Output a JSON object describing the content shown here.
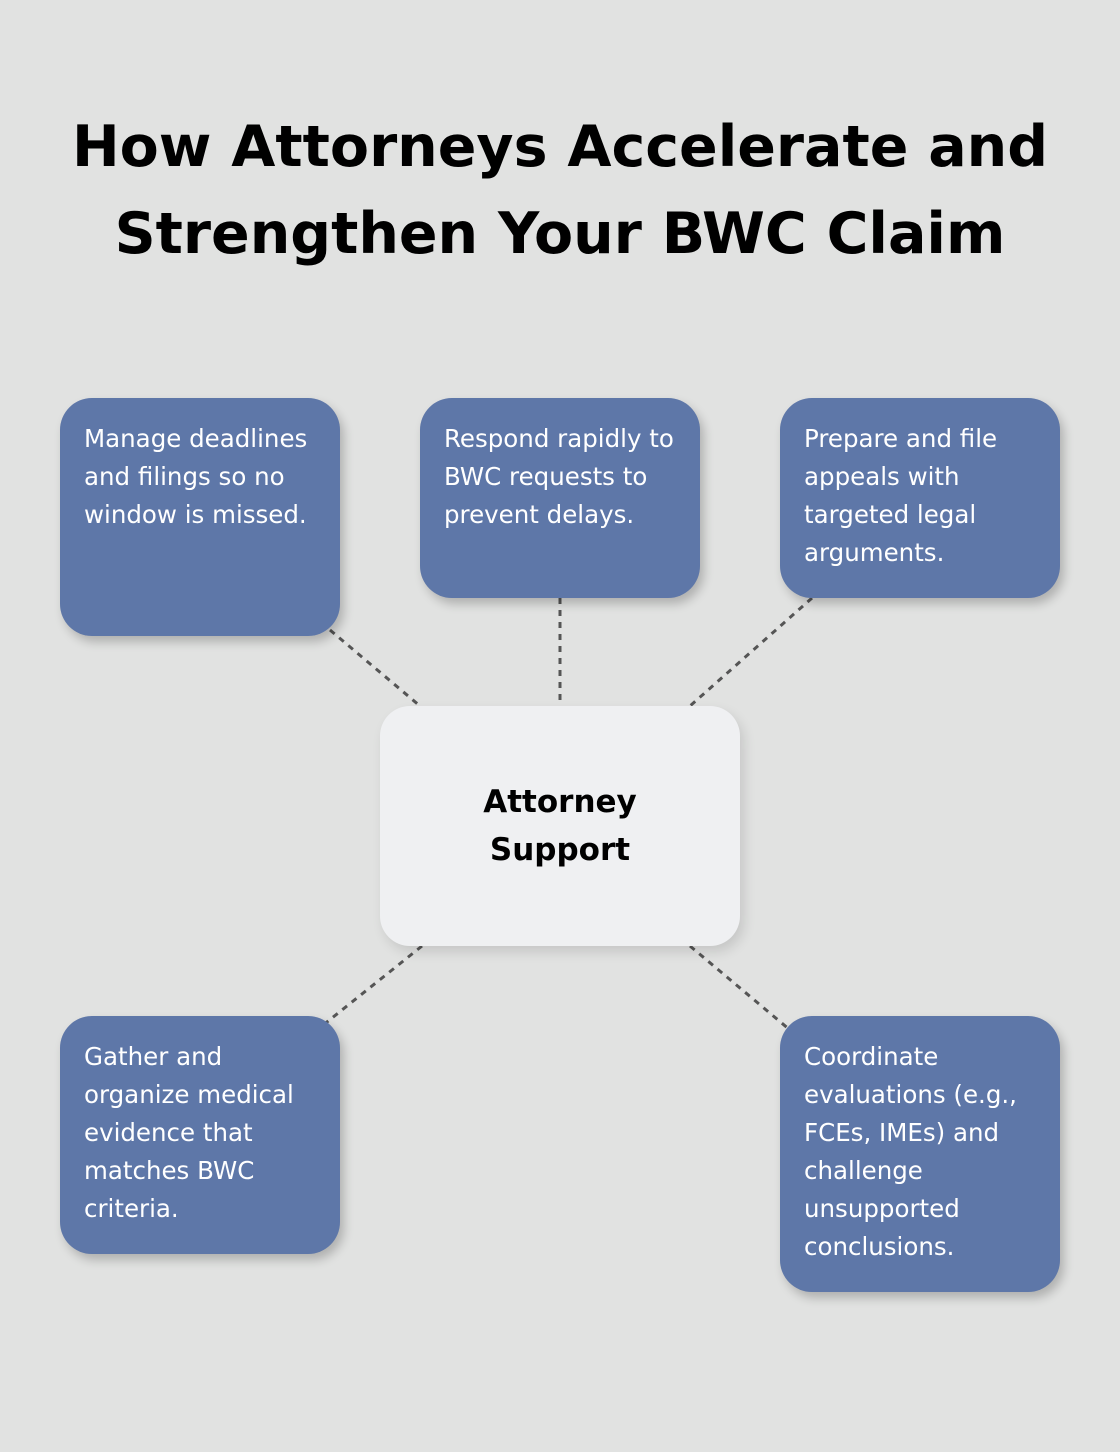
{
  "title": {
    "line1": "How Attorneys Accelerate and",
    "line2": "Strengthen Your BWC Claim"
  },
  "center": {
    "label": "Attorney Support"
  },
  "nodes": [
    {
      "text": "Manage deadlines and filings so no window is missed."
    },
    {
      "text": "Respond rapidly to BWC requests to prevent delays."
    },
    {
      "text": "Prepare and file appeals with targeted legal arguments."
    },
    {
      "text": "Gather and organize medical evidence that matches BWC criteria."
    },
    {
      "text": "Coordinate evaluations (e.g., FCEs, IMEs) and challenge unsupported conclusions."
    }
  ],
  "colors": {
    "background": "#e1e2e1",
    "node_fill": "#5e77a8",
    "center_fill": "#eff0f2",
    "connector": "#555555"
  }
}
